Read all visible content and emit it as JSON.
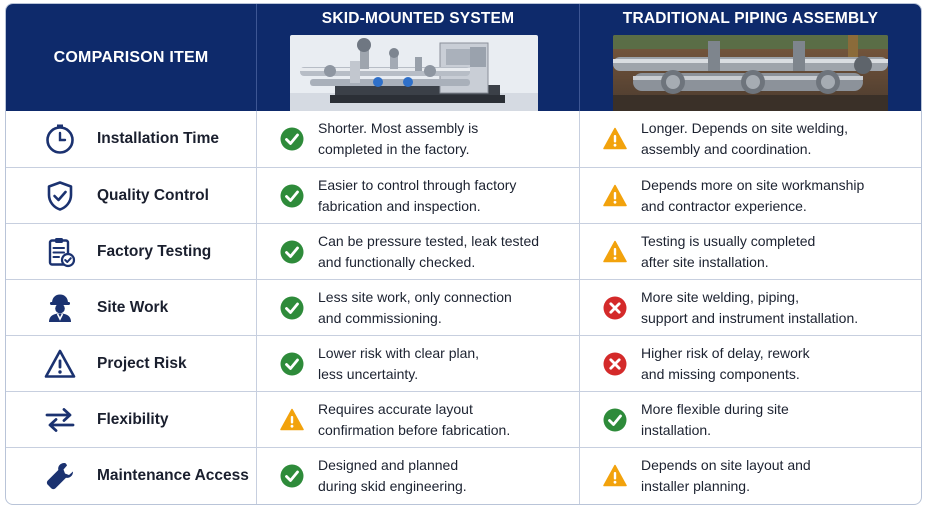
{
  "header": {
    "item_col": "COMPARISON ITEM",
    "skid_col": "SKID-MOUNTED SYSTEM",
    "trad_col": "TRADITIONAL PIPING ASSEMBLY"
  },
  "colors": {
    "header_bg": "#0e2a6b",
    "icon_blue": "#1b3270",
    "check_green": "#2e8b3a",
    "warning_amber": "#f2a20c",
    "error_red": "#d42a2a"
  },
  "rows": [
    {
      "item": "Installation Time",
      "icon": "clock-icon",
      "skid": {
        "status": "check",
        "lines": [
          "Shorter. Most assembly is",
          "completed in the factory."
        ]
      },
      "trad": {
        "status": "warning",
        "lines": [
          "Longer. Depends on site welding,",
          "assembly and coordination."
        ]
      }
    },
    {
      "item": "Quality Control",
      "icon": "shield-check-icon",
      "skid": {
        "status": "check",
        "lines": [
          "Easier to control through factory",
          "fabrication and inspection."
        ]
      },
      "trad": {
        "status": "warning",
        "lines": [
          "Depends more on site workmanship",
          "and contractor experience."
        ]
      }
    },
    {
      "item": "Factory Testing",
      "icon": "clipboard-check-icon",
      "skid": {
        "status": "check",
        "lines": [
          "Can be pressure tested, leak tested",
          "and functionally checked."
        ]
      },
      "trad": {
        "status": "warning",
        "lines": [
          "Testing is usually completed",
          "after site installation."
        ]
      }
    },
    {
      "item": "Site Work",
      "icon": "worker-icon",
      "skid": {
        "status": "check",
        "lines": [
          "Less site work, only connection",
          "and commissioning."
        ]
      },
      "trad": {
        "status": "error",
        "lines": [
          "More site welding, piping,",
          "support and instrument installation."
        ]
      }
    },
    {
      "item": "Project Risk",
      "icon": "warning-triangle-icon",
      "skid": {
        "status": "check",
        "lines": [
          "Lower risk with clear plan,",
          "less uncertainty."
        ]
      },
      "trad": {
        "status": "error",
        "lines": [
          "Higher risk of delay, rework",
          "and missing components."
        ]
      }
    },
    {
      "item": "Flexibility",
      "icon": "swap-arrows-icon",
      "skid": {
        "status": "warning",
        "lines": [
          "Requires accurate layout",
          "confirmation before fabrication."
        ]
      },
      "trad": {
        "status": "check",
        "lines": [
          "More flexible during site",
          "installation."
        ]
      }
    },
    {
      "item": "Maintenance Access",
      "icon": "wrench-icon",
      "skid": {
        "status": "check",
        "lines": [
          "Designed and planned",
          "during skid engineering."
        ]
      },
      "trad": {
        "status": "warning",
        "lines": [
          "Depends on site layout and",
          "installer planning."
        ]
      }
    }
  ]
}
